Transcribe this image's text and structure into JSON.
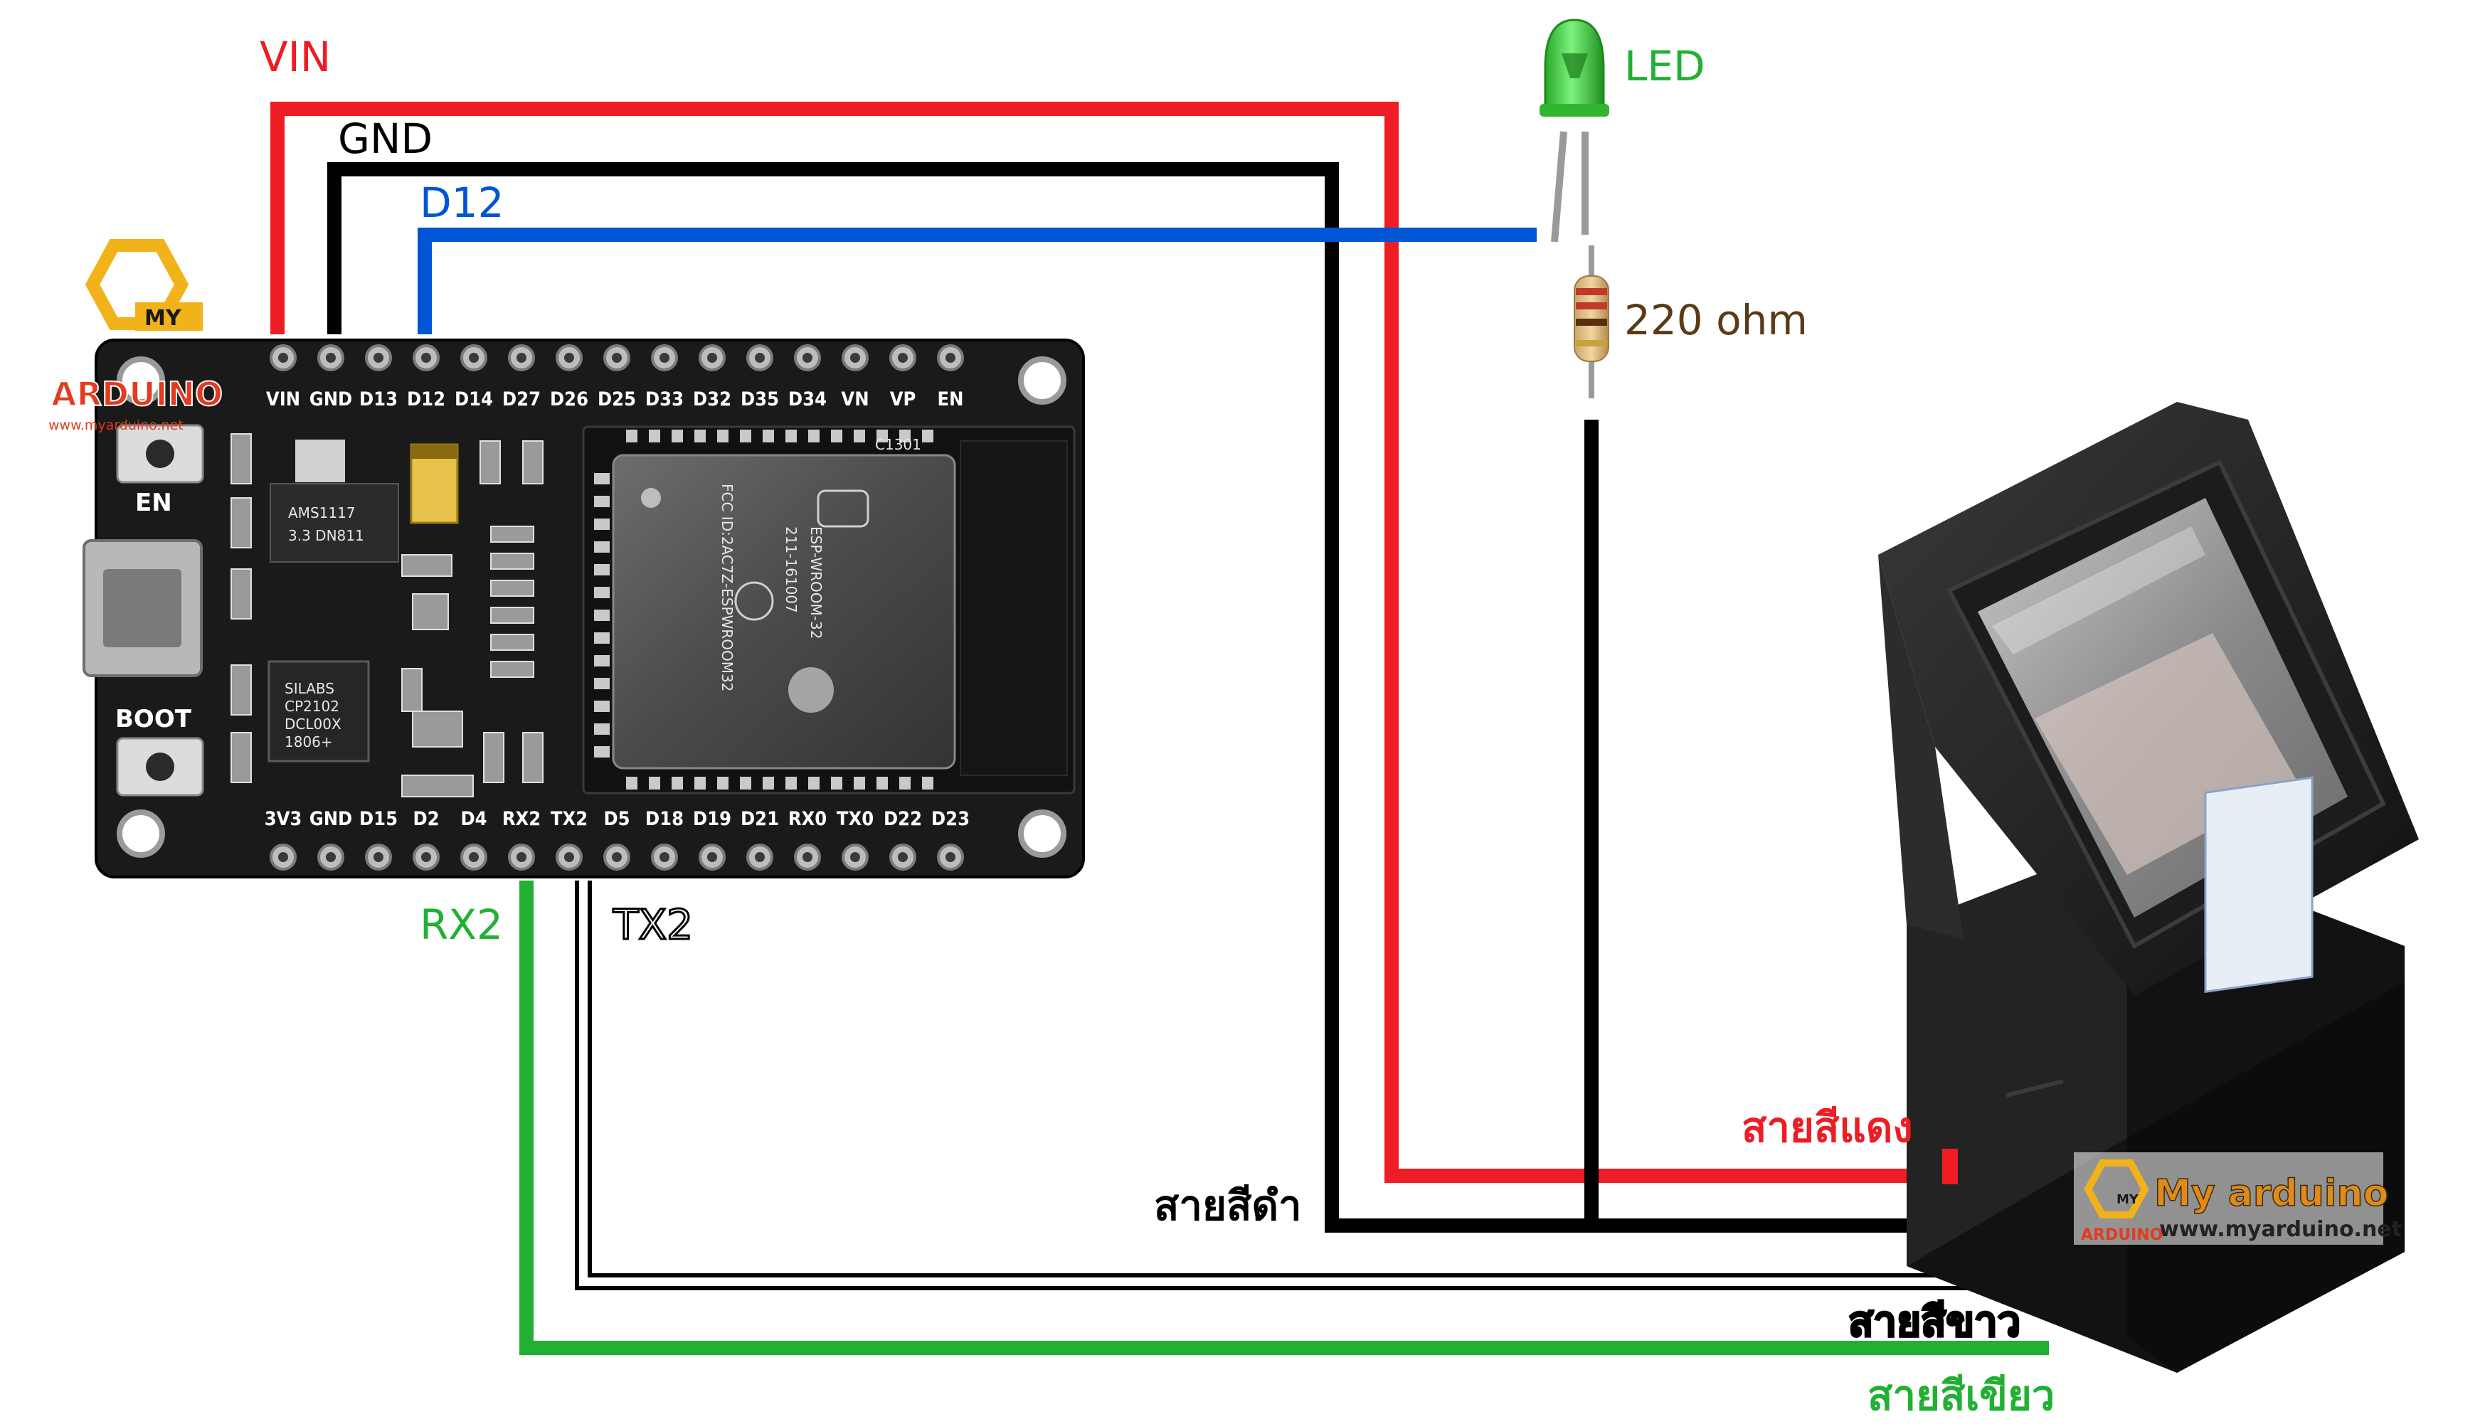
{
  "wire_labels": {
    "vin": "VIN",
    "gnd": "GND",
    "d12": "D12",
    "rx2": "RX2",
    "tx2": "TX2"
  },
  "led": {
    "label": "LED"
  },
  "resistor": {
    "label": "220 ohm"
  },
  "sensor_wire_labels": {
    "red": "สายสีแดง",
    "black": "สายสีดำ",
    "white": "สายสีขาว",
    "green": "สายสีเขียว"
  },
  "board": {
    "top_pins": [
      "VIN",
      "GND",
      "D13",
      "D12",
      "D14",
      "D27",
      "D26",
      "D25",
      "D33",
      "D32",
      "D35",
      "D34",
      "VN",
      "VP",
      "EN"
    ],
    "bottom_pins": [
      "3V3",
      "GND",
      "D15",
      "D2",
      "D4",
      "RX2",
      "TX2",
      "D5",
      "D18",
      "D19",
      "D21",
      "RX0",
      "TX0",
      "D22",
      "D23"
    ],
    "en_label": "EN",
    "boot_label": "BOOT",
    "regulator_text": [
      "AMS1117",
      "3.3  DN811"
    ],
    "usb_chip_text": [
      "SILABS",
      "CP2102",
      "DCL00X",
      "1806+"
    ],
    "module_text": [
      "ESP-WROOM-32",
      "211-161007",
      "FCC ID:2AC7Z-ESPWROOM32"
    ],
    "module_tag": "C1301"
  },
  "logos": {
    "top_left": {
      "top": "MY",
      "main": "ARDUINO",
      "url": "www.myarduino.net"
    },
    "sensor": {
      "top": "MY",
      "main": "ARDUINO",
      "title": "My arduino",
      "url": "www.myarduino.net"
    }
  },
  "colors": {
    "red_wire": "#ee1c24",
    "black_wire": "#000000",
    "blue_wire": "#0055d4",
    "green_wire": "#22b033",
    "white_wire": "#ffffff",
    "label_red": "#ee1c24",
    "label_green": "#22b033",
    "label_blue": "#0055d4",
    "label_brown": "#5a3a17",
    "led_green": "#3cd63c"
  }
}
